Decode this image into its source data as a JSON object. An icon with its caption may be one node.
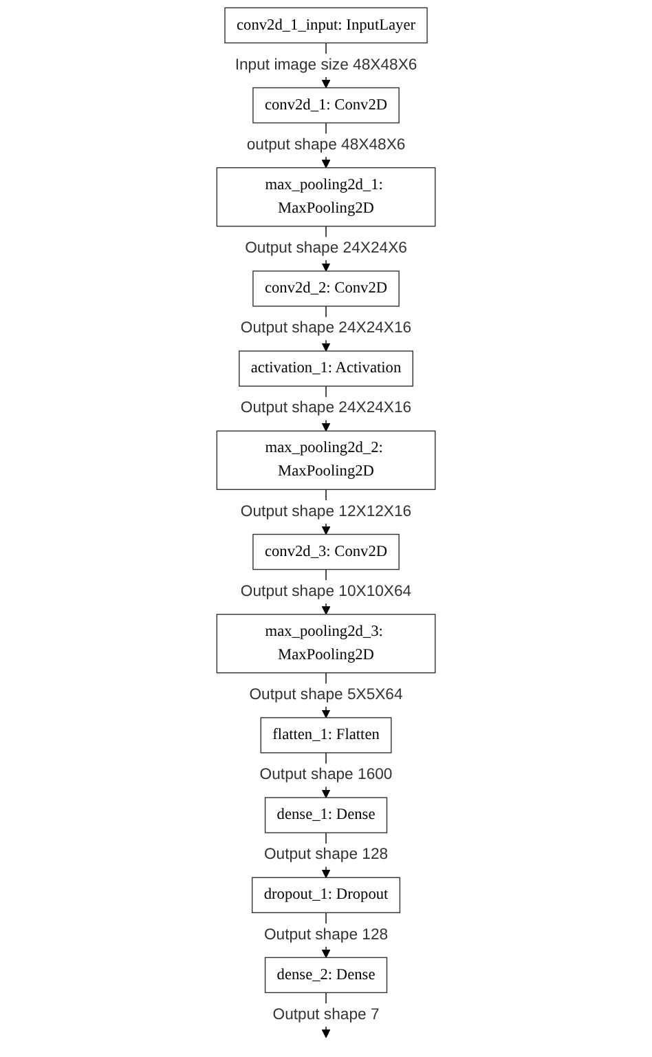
{
  "diagram": {
    "nodes": [
      {
        "text": [
          "conv2d_1_input: InputLayer"
        ]
      },
      {
        "text": [
          "conv2d_1: Conv2D"
        ]
      },
      {
        "text": [
          "max_pooling2d_1: MaxPooling2D"
        ]
      },
      {
        "text": [
          "conv2d_2: Conv2D"
        ]
      },
      {
        "text": [
          "activation_1: Activation"
        ]
      },
      {
        "text": [
          "max_pooling2d_2: MaxPooling2D"
        ]
      },
      {
        "text": [
          "conv2d_3: Conv2D"
        ]
      },
      {
        "text": [
          "max_pooling2d_3: MaxPooling2D"
        ]
      },
      {
        "text": [
          "flatten_1: Flatten"
        ]
      },
      {
        "text": [
          "dense_1: Dense"
        ]
      },
      {
        "text": [
          "dropout_1: Dropout"
        ]
      },
      {
        "text": [
          "dense_2: Dense"
        ]
      }
    ],
    "edges": [
      {
        "from": 0,
        "to": 1,
        "arrow": "to",
        "label": "Input image size 48X48X6"
      },
      {
        "from": 1,
        "to": 2,
        "arrow": "to",
        "label": "output shape 48X48X6"
      },
      {
        "from": 2,
        "to": 3,
        "arrow": "to",
        "label": "Output shape 24X24X6"
      },
      {
        "from": 3,
        "to": 4,
        "arrow": "to",
        "label": "Output shape 24X24X16"
      },
      {
        "from": 4,
        "to": 5,
        "arrow": "to",
        "label": "Output shape 24X24X16"
      },
      {
        "from": 5,
        "to": 6,
        "arrow": "to",
        "label": "Output shape 12X12X16"
      },
      {
        "from": 6,
        "to": 7,
        "arrow": "to",
        "label": "Output shape 10X10X64"
      },
      {
        "from": 7,
        "to": 8,
        "arrow": "to",
        "label": "Output shape 5X5X64"
      },
      {
        "from": 8,
        "to": 9,
        "arrow": "to",
        "label": "Output shape 1600"
      },
      {
        "from": 9,
        "to": 10,
        "arrow": "to",
        "label": "Output shape 128"
      },
      {
        "from": 10,
        "to": 11,
        "arrow": "to",
        "label": "Output shape 128"
      },
      {
        "from": 11,
        "to": null,
        "arrow": "to",
        "label": "Output shape 7"
      }
    ]
  }
}
